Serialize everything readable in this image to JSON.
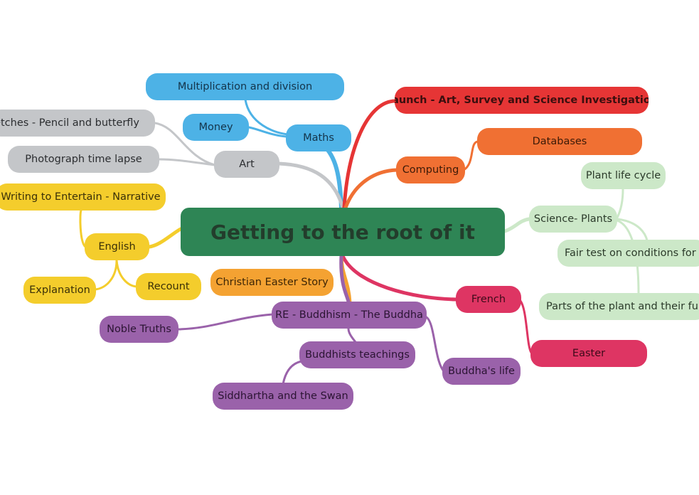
{
  "colors": {
    "central": "#2e8555",
    "maths": "#4db2e6",
    "launch": "#e63535",
    "computing": "#f07033",
    "science": "#cce8c8",
    "french": "#de3563",
    "re": "#9a62aa",
    "english": "#f4cd2c",
    "christian": "#f4a232",
    "art": "#c4c6c9"
  },
  "mindmap": {
    "central": "Getting to the root of it",
    "maths": {
      "label": "Maths",
      "children": [
        "Multiplication and division",
        "Money"
      ]
    },
    "launch": "Launch - Art, Survey and Science Investigation",
    "computing": {
      "label": "Computing",
      "children": [
        "Databases"
      ]
    },
    "science": {
      "label": "Science- Plants",
      "children": [
        "Plant life cycle",
        "Fair test on conditions for g",
        "Parts of the plant and their fur"
      ]
    },
    "french": {
      "label": "French",
      "children": [
        "Easter"
      ]
    },
    "re": {
      "label": "RE - Buddhism - The Buddha",
      "children": [
        "Noble Truths",
        "Buddhists teachings",
        "Siddhartha and the Swan",
        "Buddha's life"
      ]
    },
    "christian": "Christian Easter Story",
    "english": {
      "label": "English",
      "children": [
        "Writing to Entertain - Narrative",
        "Explanation",
        "Recount"
      ]
    },
    "art": {
      "label": "Art",
      "children": [
        "sketches - Pencil and butterfly",
        "Photograph time lapse"
      ]
    }
  }
}
